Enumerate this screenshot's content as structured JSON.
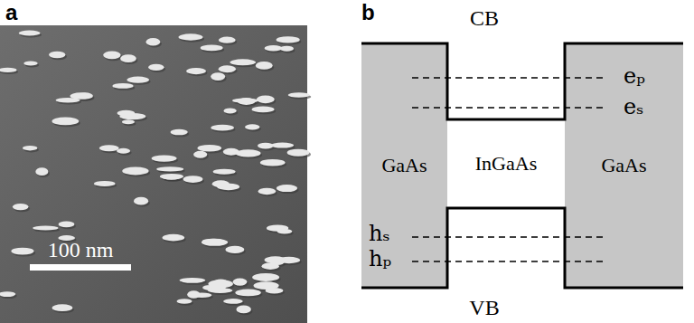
{
  "diagram": {
    "nodes": [
      {
        "text": [
          "GaAs"
        ]
      },
      {
        "text": [
          "InGaAs"
        ]
      },
      {
        "text": [
          "GaAs"
        ]
      }
    ],
    "labels": [
      "a",
      "100 nm",
      "b",
      "CB",
      "eₚ",
      "eₛ",
      "hₛ",
      "hₚ",
      "VB"
    ]
  }
}
